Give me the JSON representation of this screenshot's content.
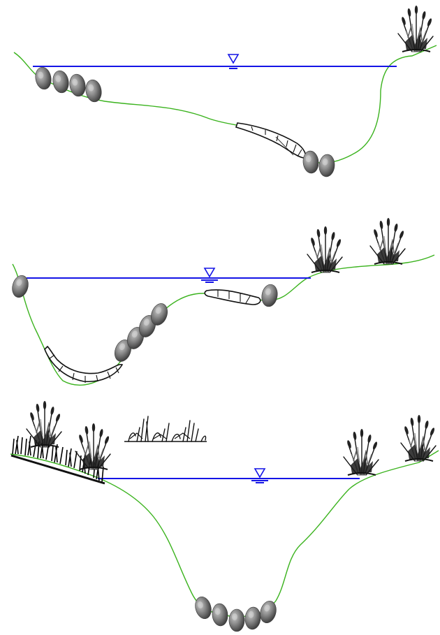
{
  "figure": {
    "panels": [
      {
        "id": "top",
        "elements": [
          "water-level",
          "water-level-symbol",
          "riverbed",
          "stone-row-left",
          "stone-row-bottom",
          "brushwood-log",
          "reed-clump-right"
        ]
      },
      {
        "id": "middle",
        "elements": [
          "water-level",
          "water-level-symbol",
          "riverbed",
          "stone-left",
          "stone-row-slope",
          "stone-right",
          "brushwood-log-bottom",
          "brushwood-log-upper",
          "reed-clump-left",
          "reed-clump-right"
        ]
      },
      {
        "id": "bottom",
        "elements": [
          "water-level",
          "water-level-symbol",
          "riverbed",
          "stone-row-bottom",
          "reed-clump-left",
          "reed-clump-right",
          "reed-clump-right-2",
          "grass-strip-left",
          "plant-strip-top"
        ]
      }
    ],
    "colors": {
      "water": "#1414e6",
      "bank": "#3bb31e",
      "stone": "#808080",
      "outline": "#111111"
    }
  }
}
